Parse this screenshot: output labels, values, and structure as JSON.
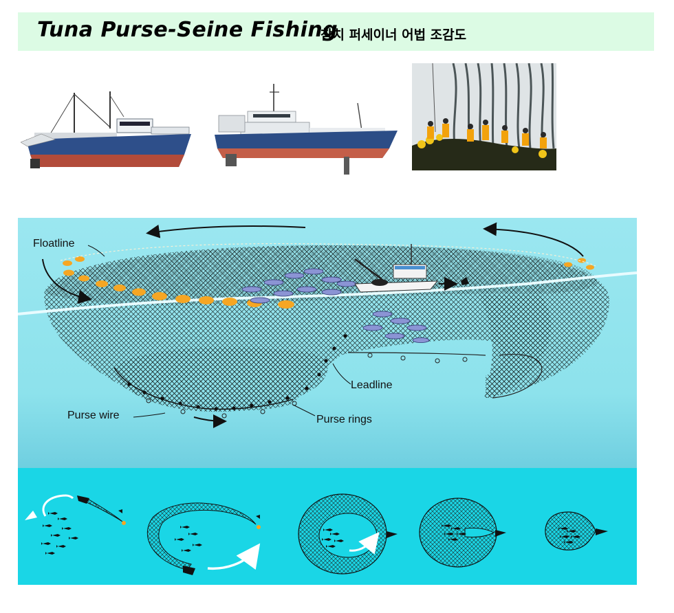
{
  "header": {
    "title_en": "Tuna Purse-Seine Fishing",
    "title_ko": "참치 퍼세이너 어법 조감도"
  },
  "diagram": {
    "labels": {
      "floatline": "Floatline",
      "leadline": "Leadline",
      "purse_wire": "Purse wire",
      "purse_rings": "Purse rings"
    }
  },
  "colors": {
    "title_bg": "#dcfbe4",
    "sea_main": "#8de2ec",
    "sea_steps": "#1ad6e6",
    "float_orange": "#f6a623",
    "net": "#1b2a2a",
    "hull_blue": "#2e4f8a",
    "hull_red": "#b24b3a"
  }
}
